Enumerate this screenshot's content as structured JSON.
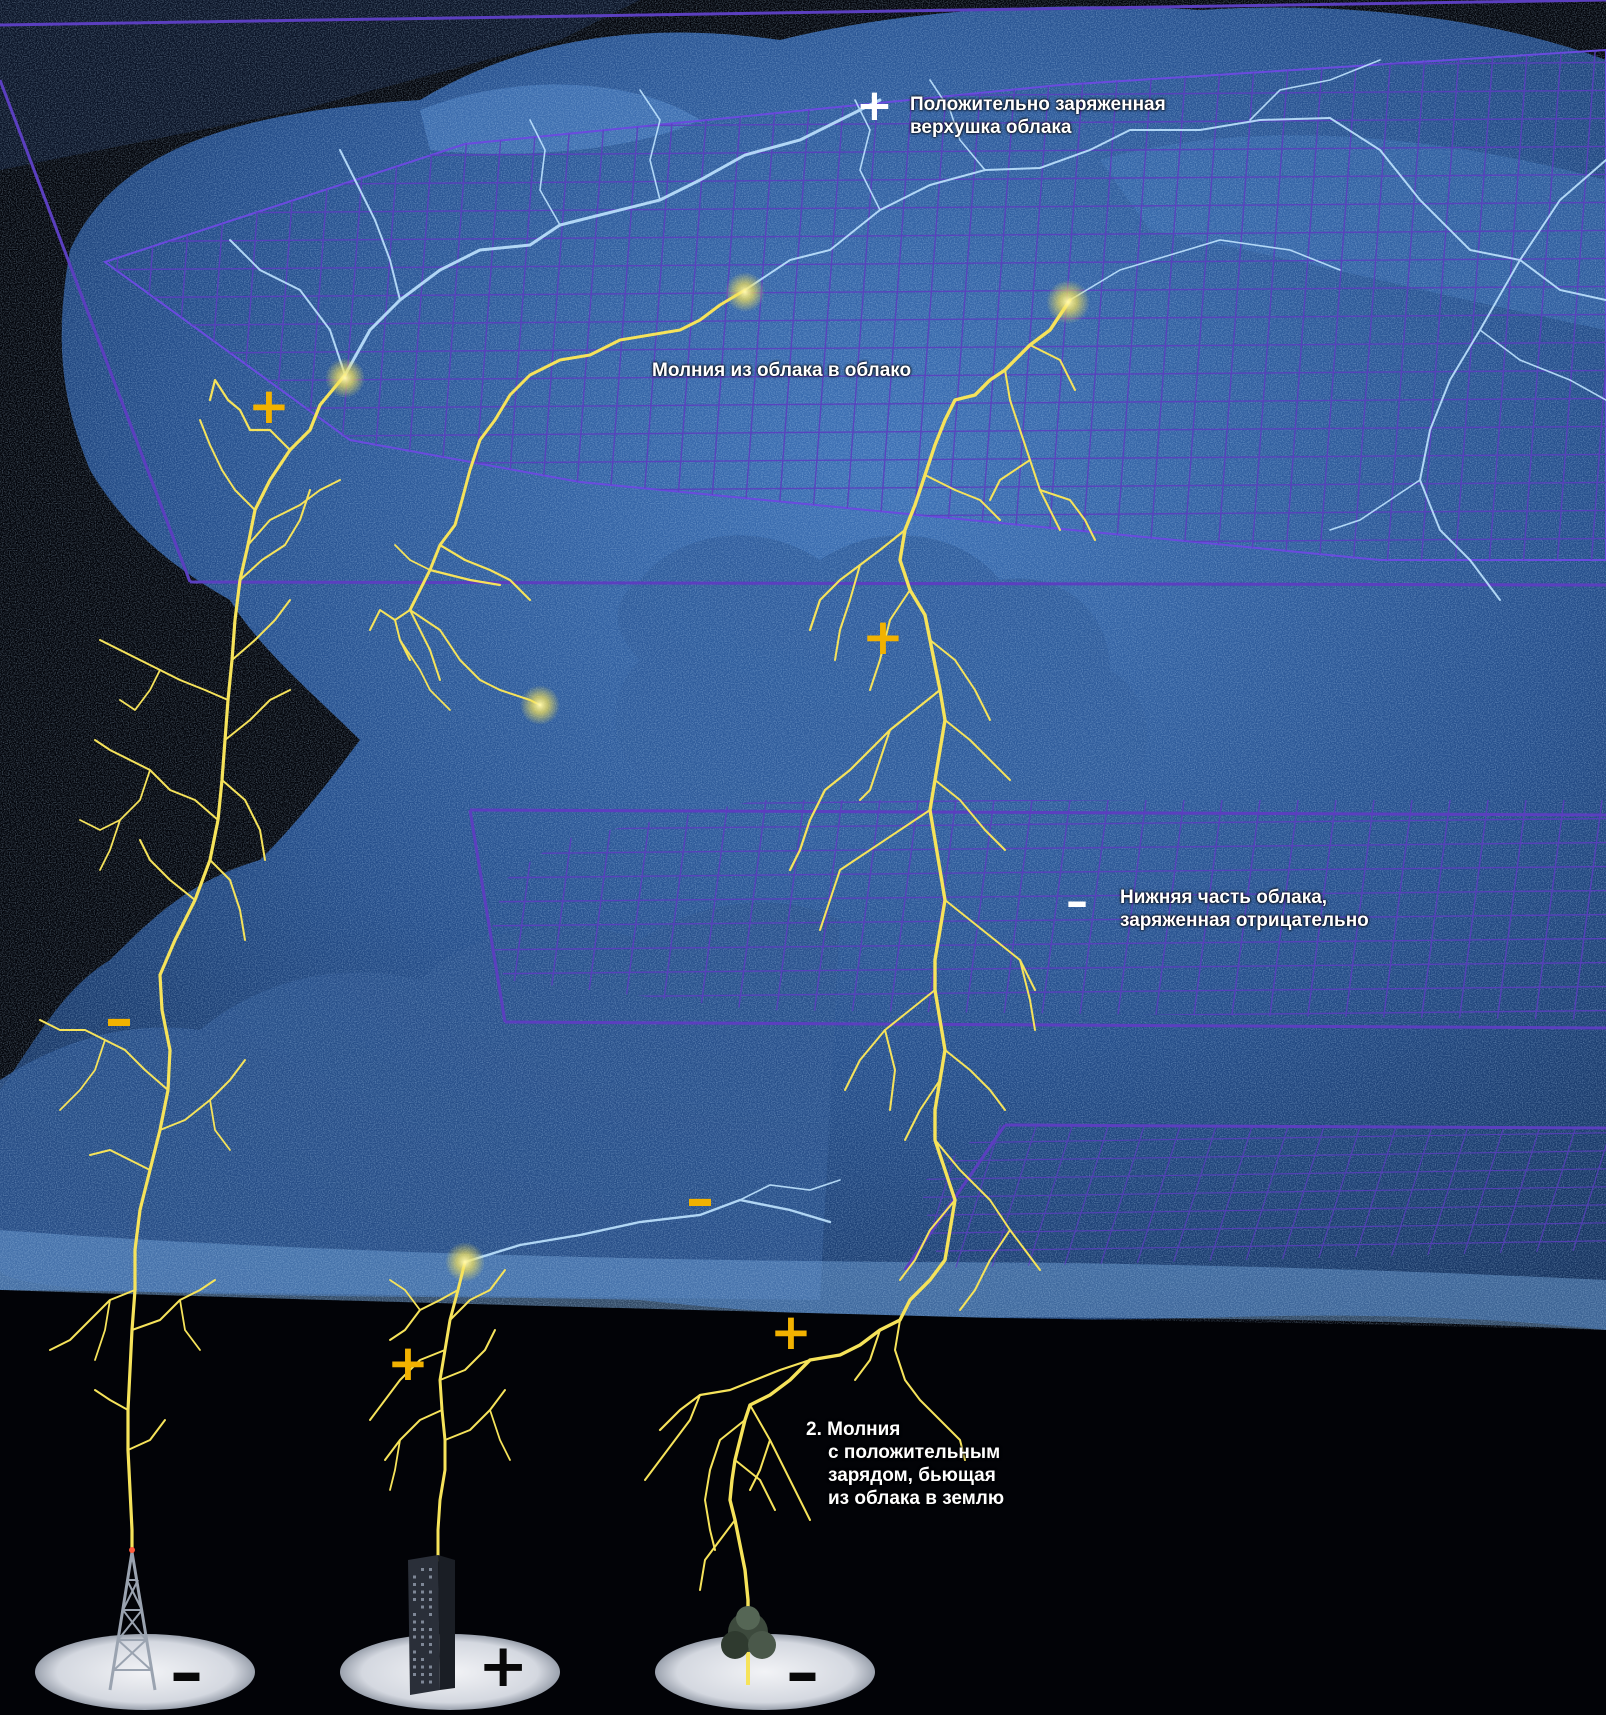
{
  "labels": {
    "top_charge": {
      "symbol": "+",
      "line1": "Положительно заряженная",
      "line2": "верхушка облака"
    },
    "cloud_to_cloud": "Молния из облака в облако",
    "bottom_charge": {
      "symbol": "–",
      "line1": "Нижняя часть облака,",
      "line2": "заряженная отрицательно"
    },
    "positive_ground": {
      "line1": "2. Молния",
      "line2": "с положительным",
      "line3": "зарядом, бьющая",
      "line4": "из облака в землю"
    }
  },
  "charge_markers": {
    "left_top": "+",
    "left_mid": "–",
    "center_top": "+",
    "center_low": "–",
    "building_top": "+",
    "right_low": "+"
  },
  "ground_marks": {
    "tower": "–",
    "building": "+",
    "tree": "–"
  },
  "colors": {
    "sky": "#02040a",
    "cloud": "#2b5a9c",
    "cloud_highlight": "#7fb2ee",
    "grid": "#5b3fc0",
    "lightning_yellow": "#f6e35a",
    "lightning_blue": "#bfe4ff",
    "charge_marker": "#f2b200",
    "ground_spot": "#dcdfe6"
  }
}
